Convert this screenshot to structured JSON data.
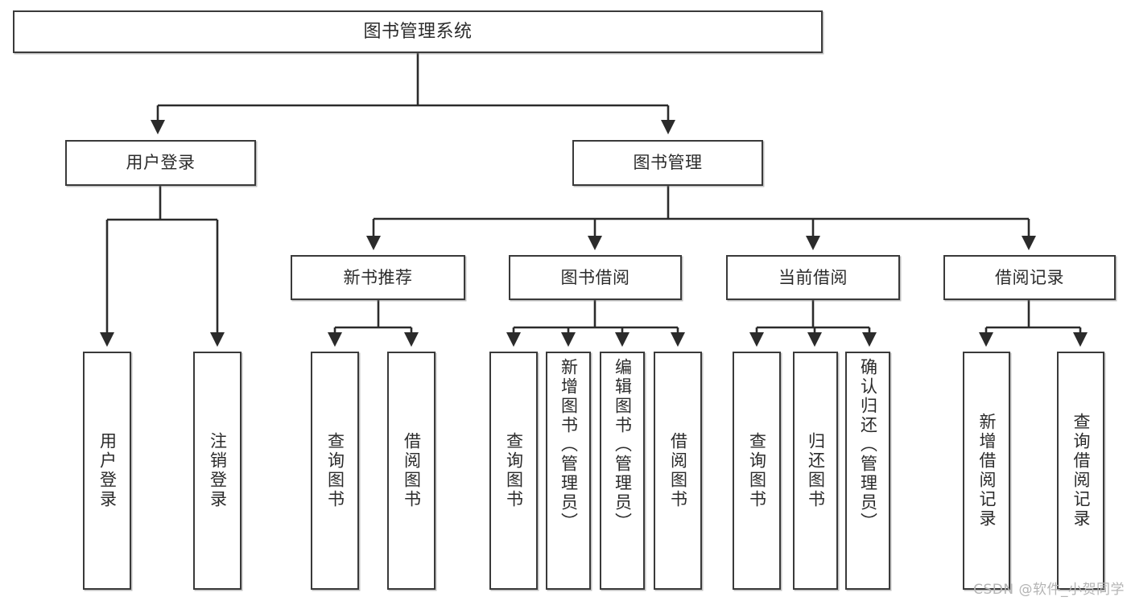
{
  "diagram": {
    "type": "tree-hierarchy",
    "title": "图书管理系统",
    "watermark": "CSDN @软件_小贺同学",
    "colors": {
      "border": "#3a3a3a",
      "background": "#ffffff",
      "text": "#2b2b2b",
      "connector": "#2b2b2b",
      "watermark": "#b4b4b4"
    },
    "root": {
      "label": "图书管理系统"
    },
    "level2": [
      {
        "label": "用户登录"
      },
      {
        "label": "图书管理"
      }
    ],
    "level3": [
      {
        "label": "新书推荐"
      },
      {
        "label": "图书借阅"
      },
      {
        "label": "当前借阅"
      },
      {
        "label": "借阅记录"
      }
    ],
    "leaves": {
      "user_login": [
        {
          "label": "用户登录"
        },
        {
          "label": "注销登录"
        }
      ],
      "new_book_recommend": [
        {
          "label": "查询图书"
        },
        {
          "label": "借阅图书"
        }
      ],
      "book_borrow": [
        {
          "label": "查询图书"
        },
        {
          "label": "新增图书（管理员）"
        },
        {
          "label": "编辑图书（管理员）"
        },
        {
          "label": "借阅图书"
        }
      ],
      "current_borrow": [
        {
          "label": "查询图书"
        },
        {
          "label": "归还图书"
        },
        {
          "label": "确认归还（管理员）"
        }
      ],
      "borrow_record": [
        {
          "label": "新增借阅记录"
        },
        {
          "label": "查询借阅记录"
        }
      ]
    }
  }
}
